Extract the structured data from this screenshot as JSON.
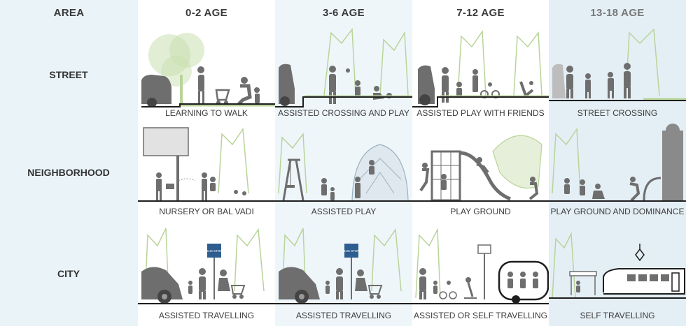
{
  "header": {
    "area": "AREA",
    "ages": [
      "0-2 AGE",
      "3-6 AGE",
      "7-12 AGE",
      "13-18 AGE"
    ]
  },
  "rows": [
    "STREET",
    "NEIGHBORHOOD",
    "CITY"
  ],
  "captions": {
    "street": [
      "LEARNING TO WALK",
      "ASSISTED CROSSING AND PLAY",
      "ASSISTED PLAY WITH FRIENDS",
      "STREET CROSSING"
    ],
    "neighborhood": [
      "NURSERY OR BAL VADI",
      "ASSISTED PLAY",
      "PLAY GROUND",
      "PLAY GROUND AND DOMINANCE"
    ],
    "city": [
      "ASSISTED TRAVELLING",
      "ASSISTED TRAVELLING",
      "ASSISTED OR SELF TRAVELLING",
      "SELF TRAVELLING"
    ]
  },
  "signs": {
    "bus_stop": "BUS STOP"
  },
  "colors": {
    "panel_light": "#eef6fa",
    "panel_dark": "#e4eff5",
    "figure_gray": "#6e6e6e",
    "tree_green": "#b9d49a",
    "ground": "#1e1e1e",
    "header_text": "#3a3a3a"
  }
}
